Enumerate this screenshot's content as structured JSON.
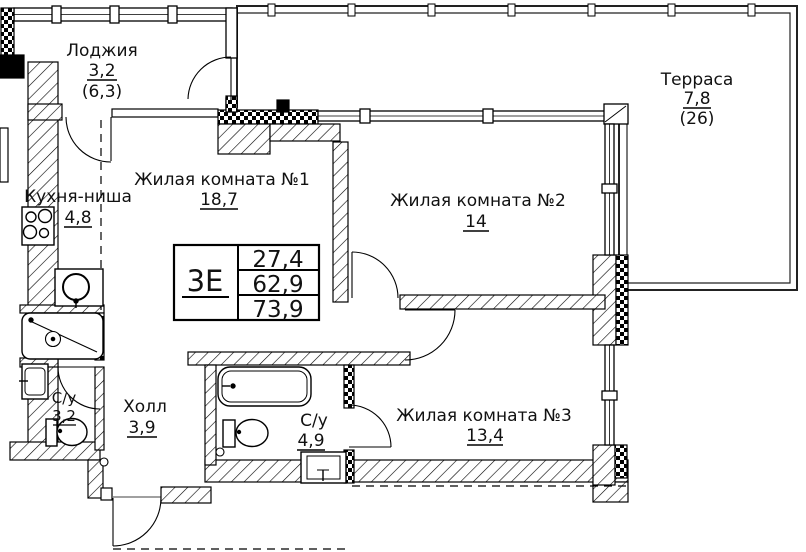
{
  "info_box": {
    "unit_type": "3Е",
    "area_living": "27,4",
    "area_usable": "62,9",
    "area_total": "73,9"
  },
  "rooms": {
    "loggia": {
      "name": "Лоджия",
      "area": "3,2",
      "area_total": "(6,3)"
    },
    "terrace": {
      "name": "Терраса",
      "area": "7,8",
      "area_total": "(26)"
    },
    "living1": {
      "name": "Жилая комната №1",
      "area": "18,7"
    },
    "living2": {
      "name": "Жилая комната №2",
      "area": "14"
    },
    "living3": {
      "name": "Жилая комната №3",
      "area": "13,4"
    },
    "kitchen": {
      "name": "Кухня-ниша",
      "area": "4,8"
    },
    "bath1": {
      "name": "С/у",
      "area": "3,2"
    },
    "bath2": {
      "name": "С/у",
      "area": "4,9"
    },
    "hall": {
      "name": "Холл",
      "area": "3,9"
    }
  },
  "colors": {
    "line": "#000000",
    "background": "#ffffff"
  }
}
